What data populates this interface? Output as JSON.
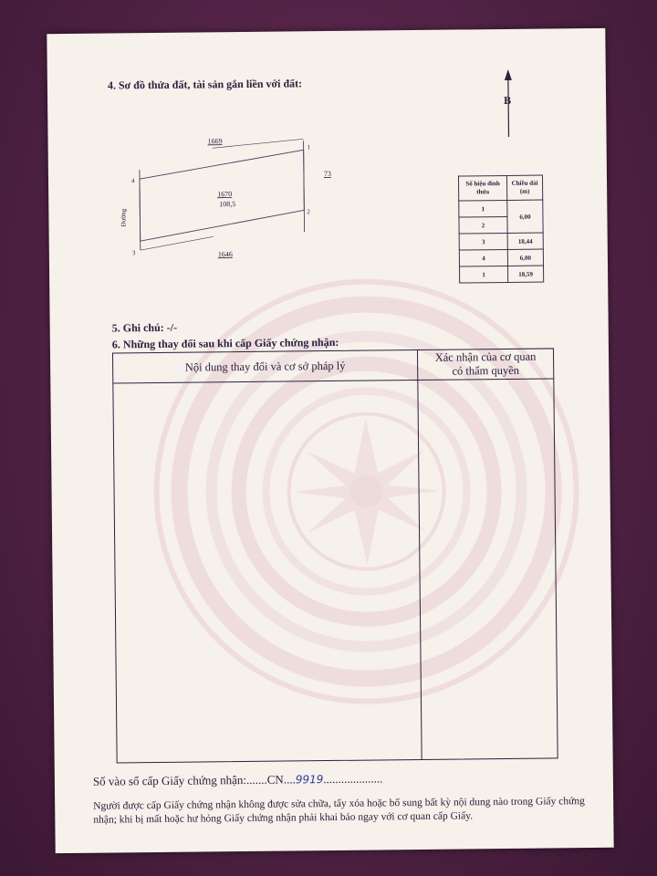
{
  "section4": {
    "title": "4. Sơ đồ thửa đất, tài sản gắn liền với đất:"
  },
  "north_label": "B",
  "diagram": {
    "parcel_top": "1669",
    "parcel_main": "1670",
    "area": "108,5",
    "parcel_bottom": "1646",
    "parcel_right": "73",
    "road_label": "Đường",
    "vertex_1": "1",
    "vertex_2": "2",
    "vertex_3": "3",
    "vertex_4": "4"
  },
  "length_table": {
    "header_vertex": "Số hiệu đỉnh thửa",
    "header_length": "Chiều dài (m)",
    "vertices": [
      "1",
      "2",
      "3",
      "4",
      "1"
    ],
    "lengths": [
      "6,00",
      "18,44",
      "6,00",
      "18,59"
    ]
  },
  "section5": {
    "title": "5. Ghi chú: -/-"
  },
  "section6": {
    "title": "6. Những thay đổi sau khi cấp Giấy chứng nhận:",
    "col_content": "Nội dung thay đổi và cơ sở pháp lý",
    "col_confirm_line1": "Xác nhận của cơ quan",
    "col_confirm_line2": "có thẩm quyền"
  },
  "issue": {
    "label": "Số vào sổ cấp Giấy chứng nhận:",
    "prefix": "CN",
    "number": "9919"
  },
  "warning_text": "Người được cấp Giấy chứng nhận không được sửa chữa, tẩy xóa hoặc bổ sung bất kỳ nội dung nào trong Giấy chứng nhận; khi bị mất hoặc hư hỏng Giấy chứng nhận phải khai báo ngay với cơ quan cấp Giấy.",
  "colors": {
    "ink": "#2a2140",
    "paper": "#f6f1ea",
    "watermark": "#e6c9cf",
    "handwriting": "#2f3b9a"
  }
}
